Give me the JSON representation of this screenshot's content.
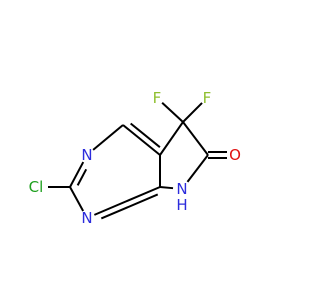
{
  "structure": {
    "atoms": [
      {
        "id": "cl",
        "symbol": "Cl",
        "color": "#1fa01f"
      },
      {
        "id": "c2",
        "symbol": "C"
      },
      {
        "id": "n3",
        "symbol": "N",
        "color": "#2c2cdc"
      },
      {
        "id": "c4",
        "symbol": "C"
      },
      {
        "id": "c4a",
        "symbol": "C"
      },
      {
        "id": "c5",
        "symbol": "C"
      },
      {
        "id": "f1",
        "symbol": "F",
        "color": "#8fbf2f"
      },
      {
        "id": "f2",
        "symbol": "F",
        "color": "#8fbf2f"
      },
      {
        "id": "c6",
        "symbol": "C"
      },
      {
        "id": "o",
        "symbol": "O",
        "color": "#e01010"
      },
      {
        "id": "n7",
        "symbol": "N",
        "color": "#2c2cdc",
        "hydrogen": "H"
      },
      {
        "id": "c7a",
        "symbol": "C"
      },
      {
        "id": "n1",
        "symbol": "N",
        "color": "#2c2cdc"
      }
    ],
    "bonds": [
      {
        "from": "cl",
        "to": "c2",
        "order": 1
      },
      {
        "from": "c2",
        "to": "n3",
        "order": 2
      },
      {
        "from": "n3",
        "to": "c4",
        "order": 1
      },
      {
        "from": "c4",
        "to": "c4a",
        "order": 2
      },
      {
        "from": "c4a",
        "to": "c5",
        "order": 1
      },
      {
        "from": "c5",
        "to": "f1",
        "order": 1
      },
      {
        "from": "c5",
        "to": "f2",
        "order": 1
      },
      {
        "from": "c5",
        "to": "c6",
        "order": 1
      },
      {
        "from": "c6",
        "to": "o",
        "order": 2
      },
      {
        "from": "c6",
        "to": "n7",
        "order": 1
      },
      {
        "from": "n7",
        "to": "c7a",
        "order": 1
      },
      {
        "from": "c7a",
        "to": "c4a",
        "order": 1
      },
      {
        "from": "c7a",
        "to": "n1",
        "order": 2
      },
      {
        "from": "n1",
        "to": "c2",
        "order": 1
      }
    ]
  }
}
